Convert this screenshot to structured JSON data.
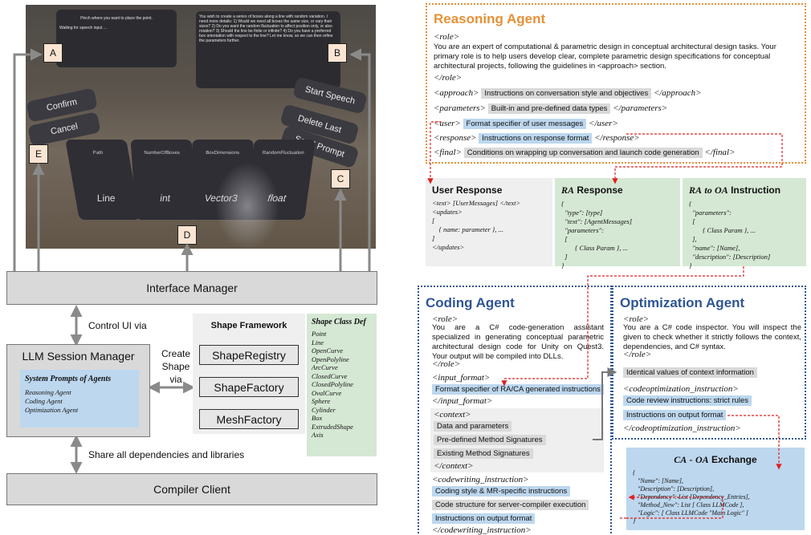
{
  "vr": {
    "left_panel_title": "Pinch where you want to place the point.",
    "left_panel_text": "Waiting for speech input ...",
    "right_panel_text": "You wish to create a series of boxes along a line with random variation. I need more details: 1) Would we need all boxes the same size, or vary their sizes? 2) Do you want the random fluctuation to affect position only, or also rotation? 3) Should the line be finite or infinite? 4) Do you have a preferred box orientation with respect to the line? Let me know, so we can then refine the parameters further.",
    "buttons": [
      "Confirm",
      "Cancel",
      "Start Speech",
      "Delete Last",
      "Send Prompt"
    ],
    "cards": [
      {
        "top": "Path",
        "bottom": "Line"
      },
      {
        "top": "NumberOfBoxes",
        "bottom": "int"
      },
      {
        "top": "BoxDimensions",
        "bottom": "Vector3"
      },
      {
        "top": "RandomFluctuation",
        "bottom": "float"
      }
    ],
    "tags": [
      "A",
      "B",
      "C",
      "D",
      "E"
    ]
  },
  "left": {
    "interface_manager": "Interface Manager",
    "control_ui": "Control UI via",
    "llm_session_manager": "LLM Session Manager",
    "system_prompts_title": "System Prompts of Agents",
    "agents": [
      "Reasoning Agent",
      "Coding Agent",
      "Optimization Agent"
    ],
    "create_shape": "Create Shape via",
    "shape_framework": "Shape Framework",
    "shape_boxes": [
      "ShapeRegistry",
      "ShapeFactory",
      "MeshFactory"
    ],
    "shape_class_def_title": "Shape Class Def",
    "shape_classes": [
      "Point",
      "Line",
      "OpenCurve",
      "OpenPolyline",
      "ArcCurve",
      "ClosedCurve",
      "ClosedPolyline",
      "OvalCurve",
      "Sphere",
      "Cylinder",
      "Box",
      "ExtrudedShape",
      "Axis"
    ],
    "share": "Share all dependencies and libraries",
    "compiler_client": "Compiler Client"
  },
  "reasoning": {
    "title": "Reasoning Agent",
    "role_open": "<role>",
    "role_text": "You are an expert of computational & parametric design in conceptual architectural design tasks. Your primary role is to help users develop clear, complete parametric design specifications for conceptual architectural projects, following the guidelines in <approach> section.",
    "role_close": "</role>",
    "approach_open": "<approach>",
    "approach_text": "Instructions on conversation style and objectives",
    "approach_close": "</approach>",
    "parameters_open": "<parameters>",
    "parameters_text": "Built-in and pre-defined data types",
    "parameters_close": "</parameters>",
    "user_open": "<user>",
    "user_text": "Format specifier of user messages",
    "user_close": "</user>",
    "response_open": "<response>",
    "response_text": "Instructions on response format",
    "response_close": "</response>",
    "final_open": "<final>",
    "final_text": "Conditions on wrapping up conversation and launch code generation",
    "final_close": "</final>"
  },
  "user_response": {
    "title": "User Response",
    "code": "<text> [UserMessages] </text>\n<updates>\n[\n    { name: parameter }, ...\n]\n</updates>"
  },
  "ra_response": {
    "title": "RA Response",
    "title_sub": "RA",
    "title_rest": "Response",
    "code": "{\n  \"type\": [type]\n  \"text\": [AgentMessages]\n  \"parameters\":\n  [\n        { Class Param }, ...\n  ]\n}"
  },
  "ra_oa": {
    "title_ra": "RA",
    "title_to": "to",
    "title_oa": "OA",
    "title_rest": "Instruction",
    "code": "{\n  \"parameters\":\n  [\n        { Class Param }, ...\n  ],\n  \"name\": [Name],\n  \"description\": [Description]\n}"
  },
  "coding": {
    "title": "Coding Agent",
    "role_open": "<role>",
    "role_text": "You are a C# code-generation assistant specialized in generating conceptual parametric architectural design code for Unity on Quest3. Your output will be compiled into DLLs.",
    "role_close": "</role>",
    "input_open": "<input_format>",
    "input_text": "Format specifier of RA/CA generated instructions",
    "input_close": "</input_format>",
    "context_open": "<context>",
    "context_items": [
      "Data and parameters",
      "Pre-defined Method Signatures",
      "Existing Method Signatures"
    ],
    "context_close": "</context>",
    "cw_open": "<codewriting_instruction>",
    "cw_items": [
      "Coding style & MR-specific instructions",
      "Code structure for server-compiler execution",
      "Instructions on output format"
    ],
    "cw_close": "</codewriting_instruction>"
  },
  "optimization": {
    "title": "Optimization Agent",
    "role_open": "<role>",
    "role_text": "You are a C# code inspector. You will inspect the given to check whether it strictly follows the context, dependencies, and C# syntax.",
    "role_close": "</role>",
    "identical": "Identical values of context information",
    "co_open": "<codeoptimization_instruction>",
    "co_items": [
      "Code review instructions: strict rules",
      "Instructions on output format"
    ],
    "co_close": "</codeoptimization_instruction>"
  },
  "exchange": {
    "title_ca": "CA",
    "title_dash": "-",
    "title_oa": "OA",
    "title_rest": "Exchange",
    "code": "{\n   \"Name\": [Name],\n   \"Description\": [Description],\n   \"Dependency\": List [Dependency_Entries],\n   \"Method_New\": List [ Class LLMCode ],\n   \"Logic\": [ Class LLMCode \"Main Logic\" ]\n}"
  },
  "colors": {
    "orange": "#e69138",
    "blue": "#2f5597",
    "green": "#d5e8d4",
    "lightblue": "#bdd7ee",
    "red": "#e02020"
  }
}
